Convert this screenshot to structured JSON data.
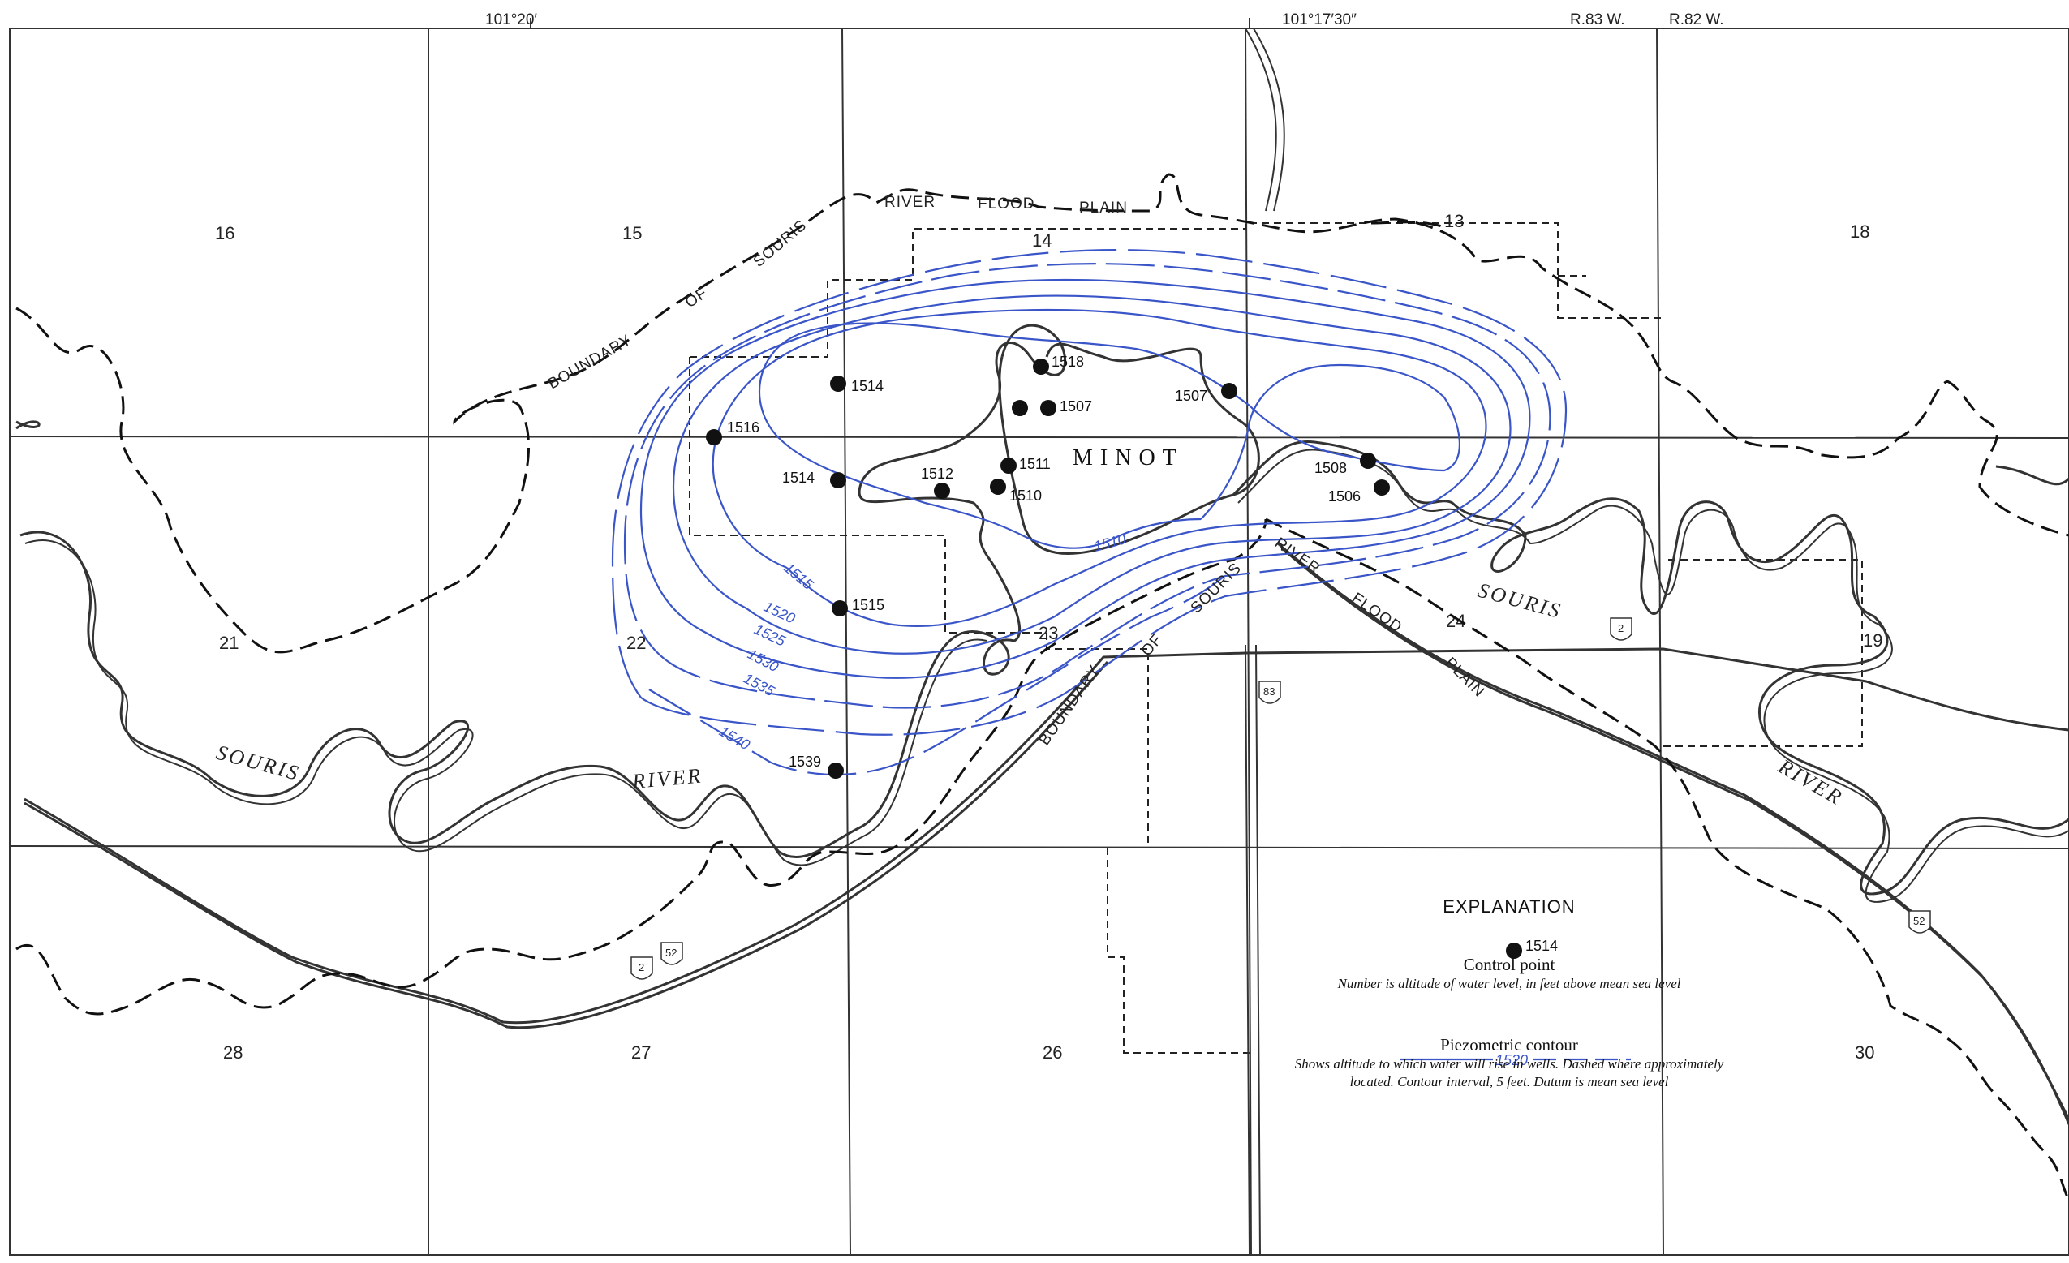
{
  "header": {
    "lon_left": "101°20′",
    "lon_right": "101°17′30″",
    "range_83": "R.83 W.",
    "range_82": "R.82 W."
  },
  "sections": [
    "16",
    "15",
    "14",
    "13",
    "18",
    "21",
    "22",
    "23",
    "24",
    "19",
    "28",
    "27",
    "26",
    "30"
  ],
  "city": "MINOT",
  "river_labels": {
    "souris_west": "SOURIS",
    "river_west": "RIVER",
    "souris_east": "SOURIS",
    "river_east": "RIVER"
  },
  "flood_plain_labels": {
    "north": [
      "BOUNDARY",
      "OF",
      "SOURIS",
      "RIVER",
      "FLOOD",
      "PLAIN"
    ],
    "south": [
      "BOUNDARY",
      "OF",
      "SOURIS",
      "RIVER",
      "FLOOD",
      "PLAIN"
    ]
  },
  "control_points": [
    {
      "id": "cp-1518",
      "label": "1518"
    },
    {
      "id": "cp-1507-a",
      "label": "1507"
    },
    {
      "id": "cp-1507-b",
      "label": "1507"
    },
    {
      "id": "cp-1514-n",
      "label": "1514"
    },
    {
      "id": "cp-1516",
      "label": "1516"
    },
    {
      "id": "cp-1514-w",
      "label": "1514"
    },
    {
      "id": "cp-1512",
      "label": "1512"
    },
    {
      "id": "cp-1511",
      "label": "1511"
    },
    {
      "id": "cp-1510",
      "label": "1510"
    },
    {
      "id": "cp-1508",
      "label": "1508"
    },
    {
      "id": "cp-1506",
      "label": "1506"
    },
    {
      "id": "cp-1515",
      "label": "1515"
    },
    {
      "id": "cp-1539",
      "label": "1539"
    }
  ],
  "contour_labels": [
    "1510",
    "1515",
    "1520",
    "1525",
    "1530",
    "1535",
    "1540"
  ],
  "highways": {
    "us2_west": "2",
    "us52_west": "52",
    "us83": "83",
    "us2_east": "2",
    "us52_east": "52"
  },
  "legend": {
    "title": "EXPLANATION",
    "control_point_sample": "1514",
    "control_point_title": "Control point",
    "control_point_desc": "Number is altitude of water level, in feet above mean sea level",
    "contour_sample": "1520",
    "contour_title": "Piezometric contour",
    "contour_desc": "Shows altitude to which water will rise in wells. Dashed where approximately located. Contour interval, 5 feet. Datum is mean sea level"
  },
  "colors": {
    "contour": "#3a55c8",
    "ink": "#111111"
  }
}
